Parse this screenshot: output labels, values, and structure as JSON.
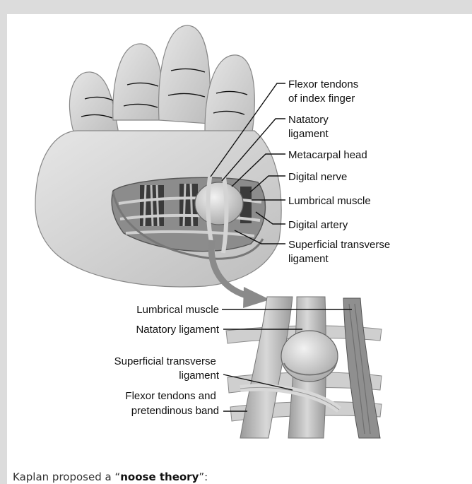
{
  "top_labels": [
    {
      "lines": [
        "Flexor tendons",
        "of index finger"
      ]
    },
    {
      "lines": [
        "Natatory",
        "ligament"
      ]
    },
    {
      "lines": [
        "Metacarpal head"
      ]
    },
    {
      "lines": [
        "Digital nerve"
      ]
    },
    {
      "lines": [
        "Lumbrical muscle"
      ]
    },
    {
      "lines": [
        "Digital artery"
      ]
    },
    {
      "lines": [
        "Superficial transverse",
        "ligament"
      ]
    }
  ],
  "bottom_labels": [
    {
      "lines": [
        "Lumbrical muscle"
      ]
    },
    {
      "lines": [
        "Natatory ligament"
      ]
    },
    {
      "lines": [
        "Superficial transverse",
        "ligament"
      ]
    },
    {
      "lines": [
        "Flexor tendons and",
        "pretendinous band"
      ]
    }
  ],
  "caption": {
    "prefix": "Kaplan proposed a “",
    "bold": "noose theory",
    "suffix": "”:"
  },
  "colors": {
    "background": "#dcdcdc",
    "panel": "#ffffff",
    "illustration": "#c8c8c8",
    "label_text": "#111111"
  }
}
